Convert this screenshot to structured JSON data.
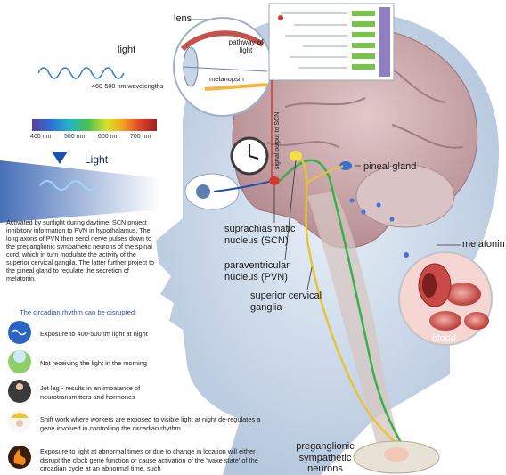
{
  "labels": {
    "lens": "lens",
    "pathway": "pathway of light",
    "light_small": "light",
    "wavelength": "460-500 nm wavelengths",
    "melanopsin": "melanopsin",
    "signal_output": "signal output to SCN",
    "light_big": "Light",
    "pineal": "pineal gland",
    "scn": "suprachiasmatic nucleus (SCN)",
    "pvn": "paraventricular nucleus (PVN)",
    "scg": "superior cervical ganglia",
    "melatonin": "melatonin",
    "blood": "blood",
    "preganglionic": "preganglionic sympathetic neurons"
  },
  "spectrum": {
    "ticks": [
      "400 nm",
      "500 nm",
      "600 nm",
      "700 nm"
    ],
    "colors": [
      "#5b3fa0",
      "#2f6fd6",
      "#23b3c9",
      "#4cc24a",
      "#d9e22a",
      "#f3a622",
      "#e2452a",
      "#9e1f1f"
    ]
  },
  "description": "Activated by sunlight during daytime, SCN project inhibitory information to PVN in hypothalamus. The long axons of PVN then send nerve pulses down to the preganglionic sympathetic neurons of the spinal cord, which in turn modulate the activity of the superior cervical gangila. The latter further project to the pineal gland to regulate the secretion of melatonin.",
  "disrupt_title": "The circadian rhythm can be disrupted:",
  "disruptions": [
    {
      "icon": "wave-icon",
      "text": "Exposure to 400-500nm light at night"
    },
    {
      "icon": "field-icon",
      "text": "Not receiving the light in the morning"
    },
    {
      "icon": "traveler-icon",
      "text": "Jet lag - results in an imbalance of neurotransmitters and hormones"
    },
    {
      "icon": "worker-icon",
      "text": "Shift work where workers are exposed to visible light at night de-regulates a gene involved in controlling the circadian rhythm."
    },
    {
      "icon": "fire-icon",
      "text": "Exposure to light at abnormal times or due to change in location will either disrupt the clock gene function or cause activation of the 'wake state' of the circadian cycle at an abnormal time, such"
    }
  ],
  "colors": {
    "head": "#cfdcea",
    "brain": "#c9a9ad",
    "green_path": "#3cae4a",
    "yellow_path": "#e6c43a",
    "red_signal": "#d23a2f",
    "blue_light": "#1d4fa8",
    "blood": "#c43a3a"
  }
}
